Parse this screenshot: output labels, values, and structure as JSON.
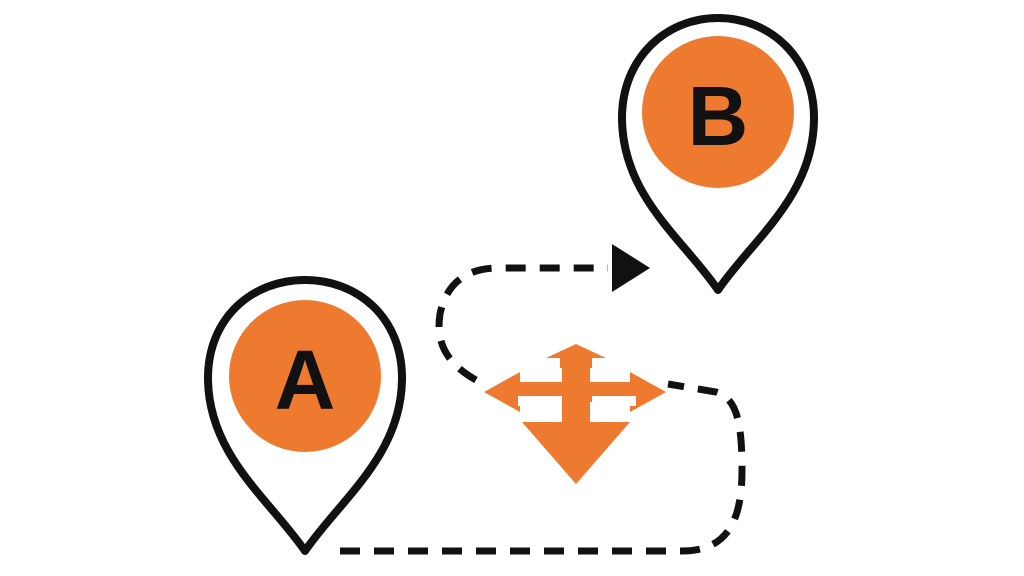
{
  "diagram": {
    "start_pin": {
      "label": "A"
    },
    "end_pin": {
      "label": "B"
    },
    "route": {
      "style": "dashed",
      "direction": "A-to-B"
    },
    "center_icon": "multi-direction-arrows-icon"
  },
  "colors": {
    "accent": "#EE7A30",
    "stroke": "#111111",
    "background": "#FFFFFF"
  }
}
